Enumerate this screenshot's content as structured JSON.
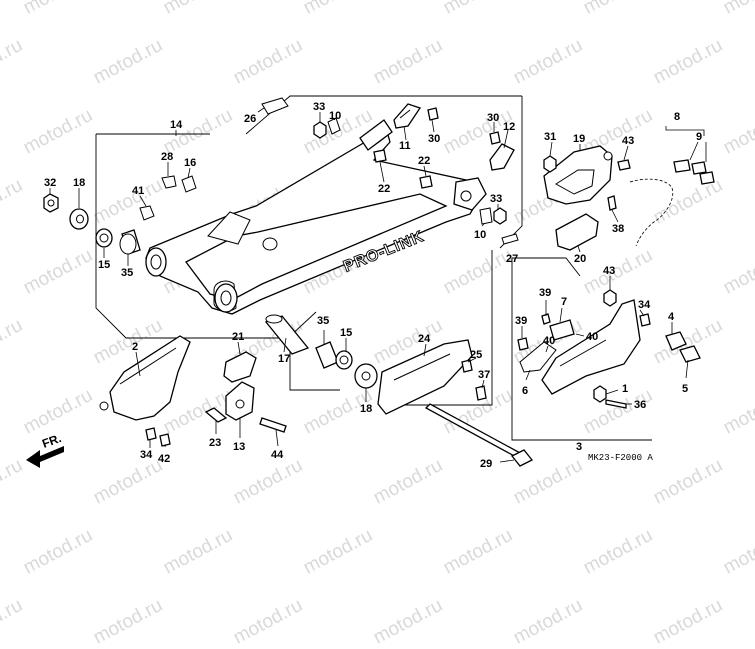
{
  "watermark": "motod.ru",
  "diagram_code": "MK23-F2000 A",
  "front_label": "FR.",
  "swingarm_text": "PRO-LINK",
  "callouts": {
    "c1": "1",
    "c2": "2",
    "c3": "3",
    "c4": "4",
    "c5": "5",
    "c6": "6",
    "c7": "7",
    "c8": "8",
    "c9": "9",
    "c10a": "10",
    "c10b": "10",
    "c11": "11",
    "c12": "12",
    "c13": "13",
    "c14": "14",
    "c15a": "15",
    "c15b": "15",
    "c16": "16",
    "c17": "17",
    "c18a": "18",
    "c18b": "18",
    "c19": "19",
    "c20": "20",
    "c21": "21",
    "c22a": "22",
    "c22b": "22",
    "c23": "23",
    "c24": "24",
    "c25": "25",
    "c26": "26",
    "c27": "27",
    "c28": "28",
    "c29": "29",
    "c30a": "30",
    "c30b": "30",
    "c31": "31",
    "c32": "32",
    "c33a": "33",
    "c33b": "33",
    "c34a": "34",
    "c34b": "34",
    "c35a": "35",
    "c35b": "35",
    "c36": "36",
    "c37": "37",
    "c38": "38",
    "c39a": "39",
    "c39b": "39",
    "c40a": "40",
    "c40b": "40",
    "c41": "41",
    "c42": "42",
    "c43a": "43",
    "c43b": "43",
    "c44": "44"
  }
}
